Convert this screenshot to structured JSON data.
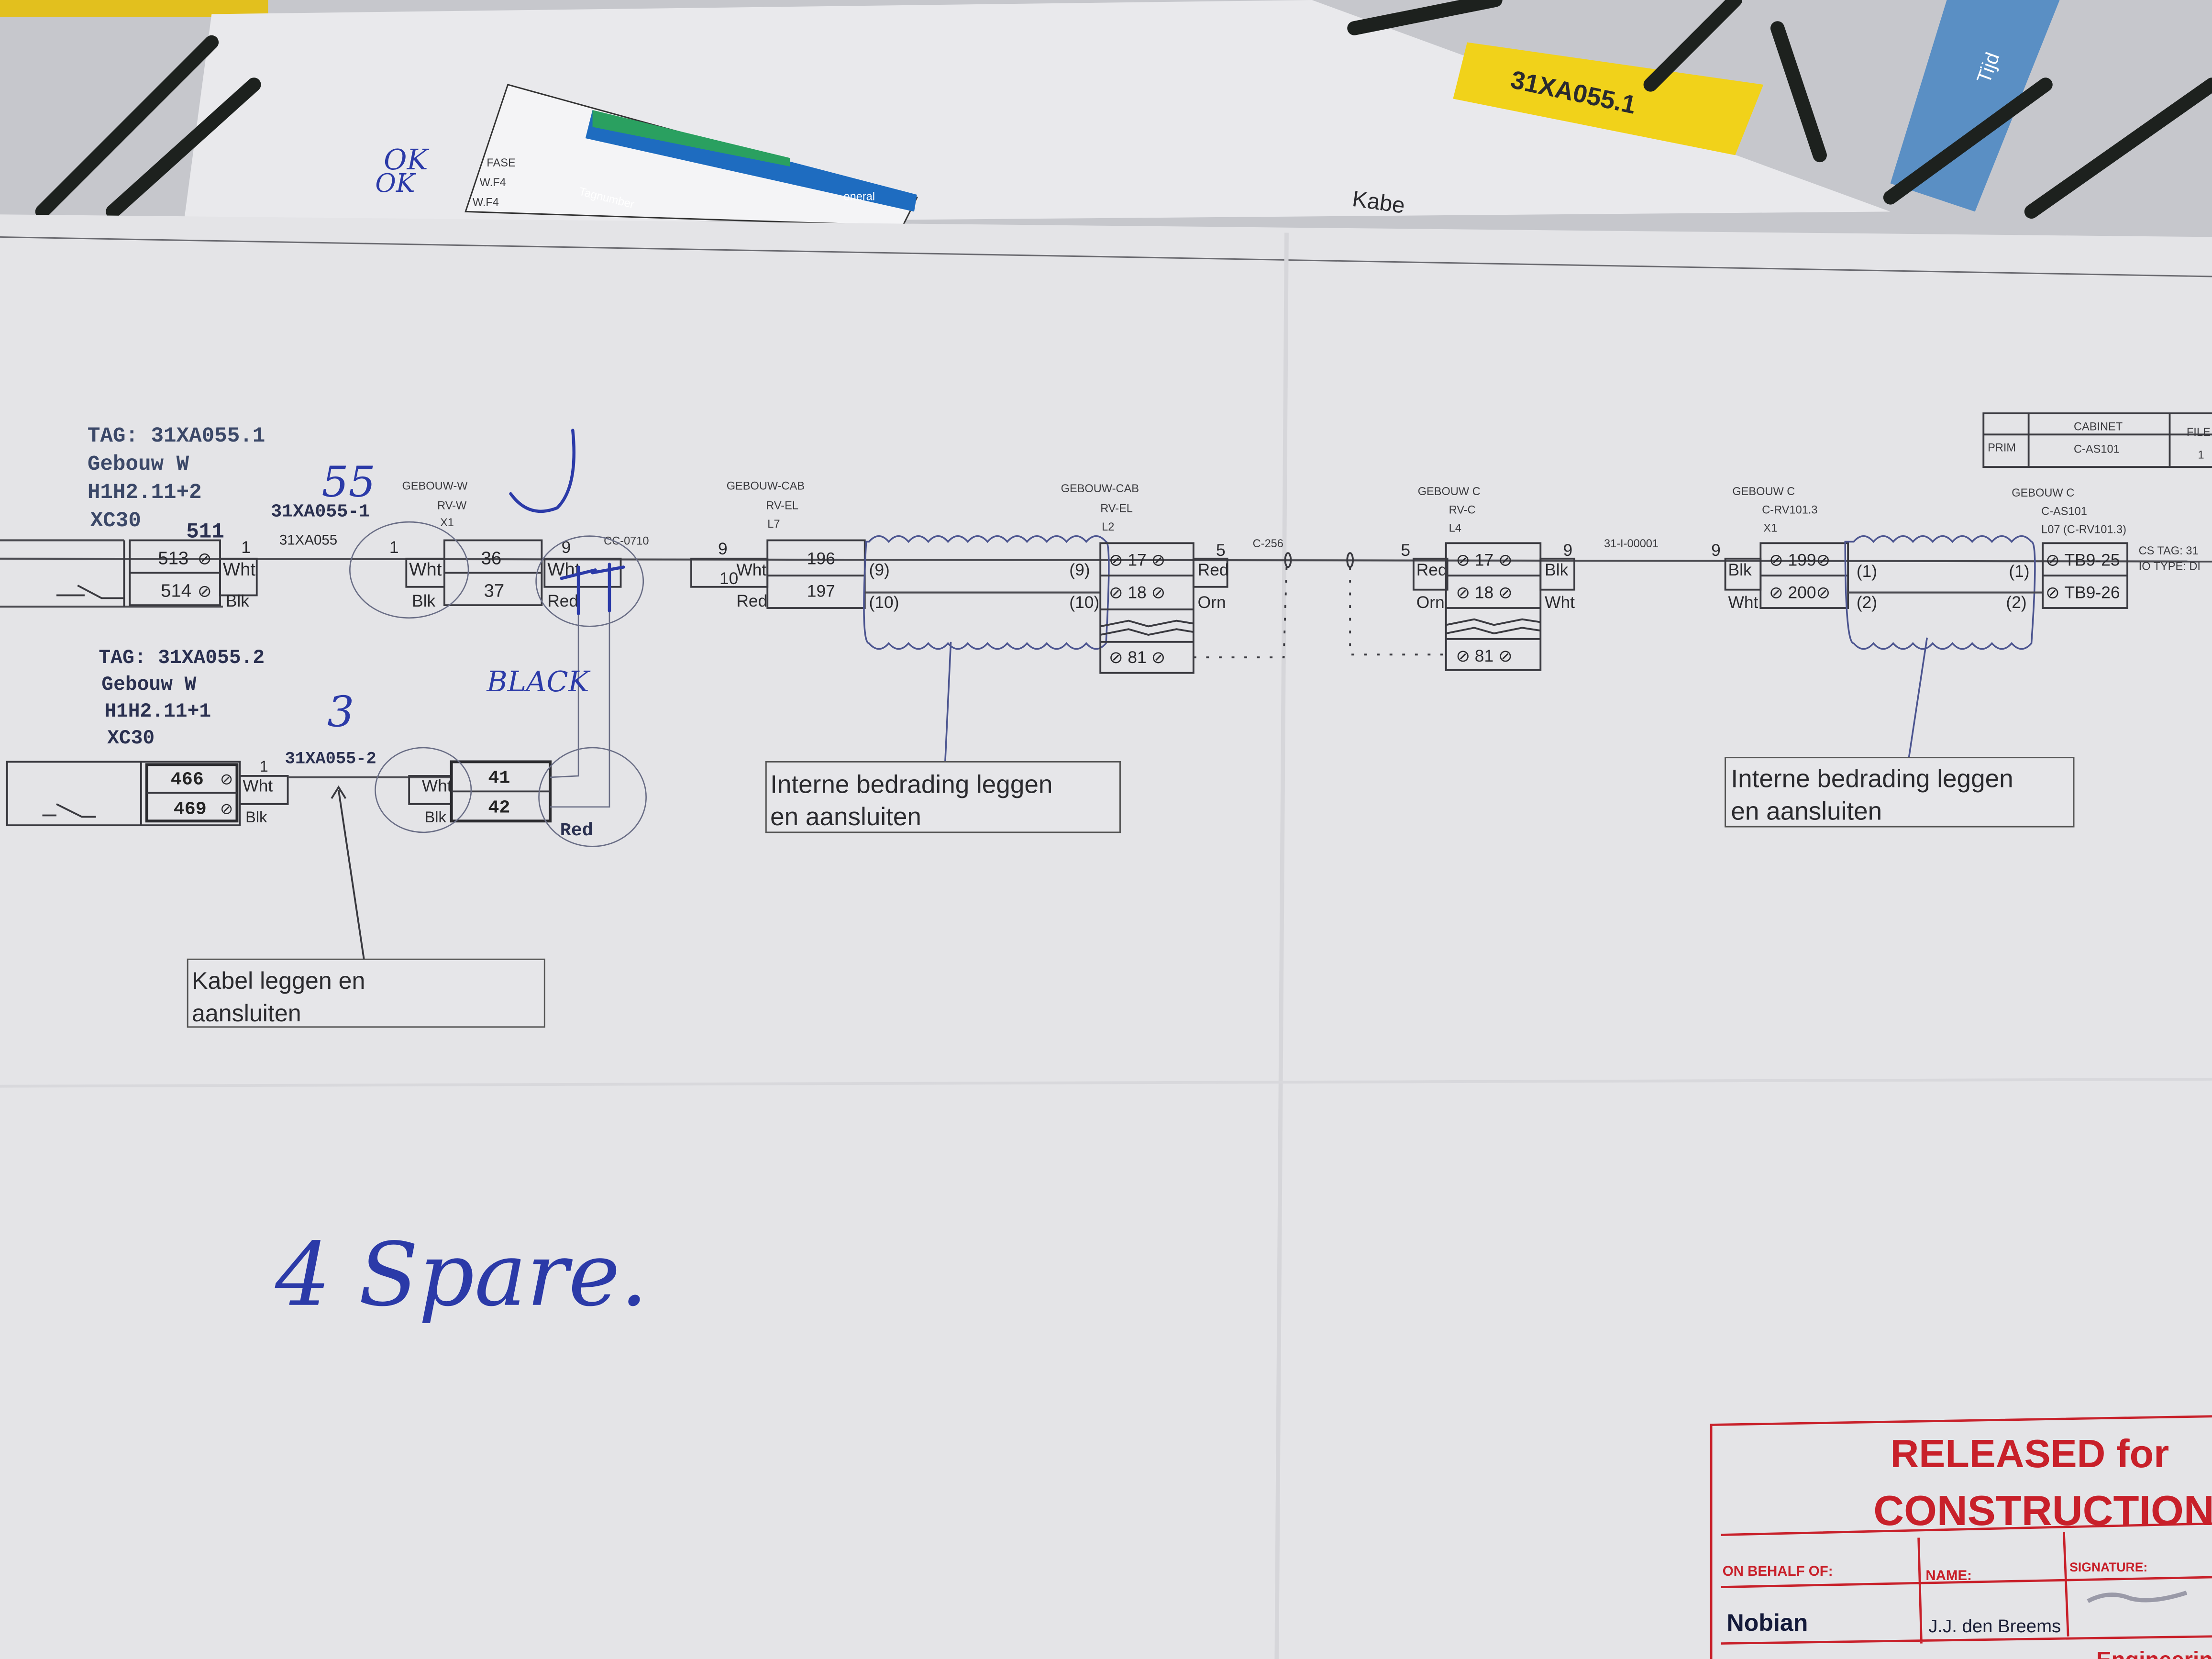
{
  "background": {
    "back_sheet": {
      "fase": "FASE",
      "wf4": "W.F4",
      "wf4b": "W.F4",
      "tagnumber": "Tagnumber",
      "general": "eneral",
      "kabel": "Kabe"
    },
    "yellow_label": "31XA055.1",
    "blue_label": "Tijd",
    "ok_marks": [
      "OK",
      "OK"
    ]
  },
  "cabinet_table": {
    "headers": [
      "CABINET",
      "FILE"
    ],
    "row": [
      "PRIM",
      "C-AS101",
      "1"
    ]
  },
  "tag1": {
    "lines": [
      "TAG: 31XA055.1",
      "Gebouw W",
      "H1H2.11+2",
      "XC30"
    ],
    "terminal_group": "511",
    "terminals": [
      "513",
      "514"
    ]
  },
  "tag2": {
    "lines": [
      "TAG: 31XA055.2",
      "Gebouw W",
      "H1H2.11+1",
      "XC30"
    ],
    "terminals": [
      "466",
      "469"
    ]
  },
  "cable1": {
    "name": "31XA055-1",
    "sub": "31XA055",
    "core_left": "1",
    "core_right": "1"
  },
  "cable2": {
    "name": "31XA055-2",
    "core": "1"
  },
  "gebouw_w": {
    "labels": [
      "GEBOUW-W",
      "RV-W",
      "X1"
    ],
    "terminals": [
      "36",
      "37"
    ],
    "terminals2": [
      "41",
      "42"
    ]
  },
  "cc0710": {
    "core": "9",
    "name": "CC-0710"
  },
  "cab_l7": {
    "labels": [
      "GEBOUW-CAB",
      "RV-EL",
      "L7"
    ],
    "cores": [
      "9",
      "10"
    ],
    "terminals": [
      "196",
      "197"
    ]
  },
  "cab_l2": {
    "labels": [
      "GEBOUW-CAB",
      "RV-EL",
      "L2"
    ],
    "terminals": [
      "17",
      "18",
      "81"
    ],
    "pins_left": [
      "(9)",
      "(10)"
    ],
    "pins_right": [
      "(9)",
      "(10)"
    ]
  },
  "c256": {
    "core": "5",
    "name": "C-256"
  },
  "rvc": {
    "labels": [
      "GEBOUW C",
      "RV-C",
      "L4"
    ],
    "core_left": "5",
    "core_right": "9",
    "terminals": [
      "17",
      "18",
      "81"
    ]
  },
  "cable_31i": {
    "name": "31-I-00001",
    "core": "9"
  },
  "crv": {
    "labels": [
      "GEBOUW C",
      "C-RV101.3",
      "X1"
    ],
    "terminals": [
      "199",
      "200"
    ],
    "pins_left": [
      "(1)",
      "(2)"
    ],
    "pins_right": [
      "(1)",
      "(2)"
    ]
  },
  "cas": {
    "labels": [
      "GEBOUW C",
      "C-AS101",
      "L07 (C-RV101.3)"
    ],
    "terminals": [
      "TB9-25",
      "TB9-26"
    ],
    "cs_tag": "CS TAG: 31",
    "io_type": "IO TYPE: DI"
  },
  "colors": {
    "wht": "Wht",
    "blk": "Blk",
    "red": "Red",
    "orn": "Orn",
    "wiring": "#4a4a50",
    "pen": "#2b3aa8",
    "stamp": "#c8202a"
  },
  "callouts": {
    "kabel": [
      "Kabel leggen en",
      "aansluiten"
    ],
    "intern1": [
      "Interne bedrading leggen",
      "en aansluiten"
    ],
    "intern2": [
      "Interne bedrading leggen",
      "en aansluiten"
    ]
  },
  "handwritten": {
    "n55": "55",
    "n3": "3",
    "black": "BLACK",
    "red": "Red",
    "spare": "4  Spare."
  },
  "stamp": {
    "line1": "RELEASED for",
    "line2": "CONSTRUCTION",
    "on_behalf_label": "ON BEHALF OF:",
    "name_label": "NAME:",
    "signature_label": "SIGNATURE:",
    "on_behalf_value": "Nobian",
    "name_value": "J.J. den Breems",
    "footer": "Engineering"
  }
}
